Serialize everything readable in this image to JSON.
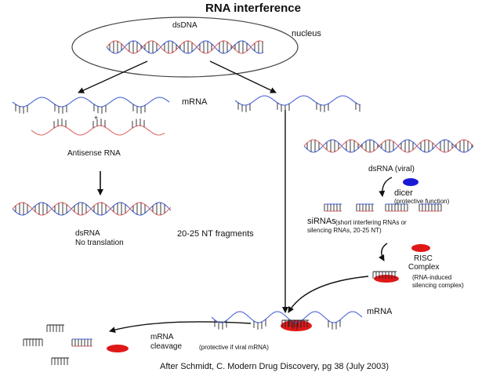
{
  "title": "RNA interference",
  "labels": {
    "dsdna": "dsDNA",
    "nucleus": "nucleus",
    "mrna_top": "mRNA",
    "plus": "+",
    "antisense_rna": "Antisense RNA",
    "dsrna": "dsRNA",
    "no_translation": "No translation",
    "fragments": "20-25 NT fragments",
    "dsrna_viral": "dsRNA (viral)",
    "dicer": "dicer",
    "dicer_note": "(protective function)",
    "sirnas": "siRNAs",
    "sirnas_note_1": "(short interfering RNAs or",
    "sirnas_note_2": "silencing RNAs, 20-25 NT)",
    "risc": "RISC",
    "complex": "Complex",
    "risc_note_1": "(RNA-induced",
    "risc_note_2": "silencing complex)",
    "mrna_bottom": "mRNA",
    "cleavage_1": "mRNA",
    "cleavage_2": "cleavage",
    "cleavage_note": "(protective if viral mRNA)"
  },
  "citation": "After Schmidt, C. Modern Drug Discovery, pg 38 (July 2003)",
  "colors": {
    "strand_sense": "#4a66d6",
    "strand_antisense": "#e06a6a",
    "rungs": "#222222",
    "dicer": "#1a1ad6",
    "risc": "#e01818",
    "arrow": "#111111",
    "nucleus_ellipse": "#444444"
  },
  "icons": {
    "dicer": "blue-enzyme-ellipse",
    "risc": "red-enzyme-ellipse"
  }
}
